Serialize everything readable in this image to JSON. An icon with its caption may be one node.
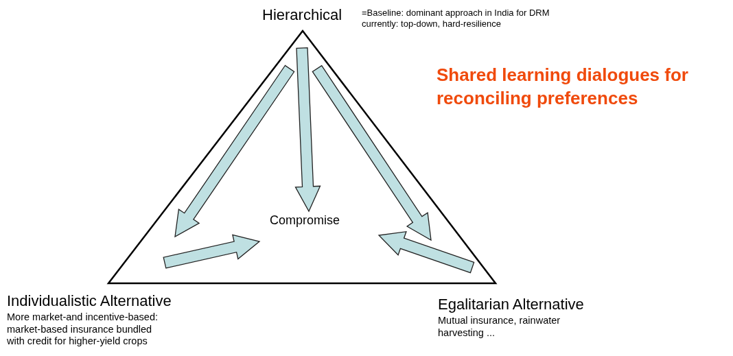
{
  "diagram": {
    "title": "Shared learning dialogues for reconciling preferences",
    "nodes": [
      {
        "text": [
          "Hierarchical"
        ],
        "beside": [
          "=Baseline: dominant approach in India for DRM currently: top-down, hard-resilience"
        ]
      },
      {
        "text": [
          "Individualistic Alternative",
          "More market-and incentive-based: market-based insurance bundled with credit for higher-yield crops"
        ]
      },
      {
        "text": [
          "Egalitarian Alternative",
          "Mutual insurance, rainwater harvesting ..."
        ]
      },
      {
        "text": [
          "Compromise"
        ]
      }
    ],
    "edges": [
      {
        "from": 0,
        "to": 1,
        "arrow": "to"
      },
      {
        "from": 0,
        "to": 3,
        "arrow": "to"
      },
      {
        "from": 0,
        "to": 2,
        "arrow": "to"
      },
      {
        "from": 1,
        "to": 3,
        "arrow": "to"
      },
      {
        "from": 2,
        "to": 3,
        "arrow": "to"
      }
    ]
  }
}
